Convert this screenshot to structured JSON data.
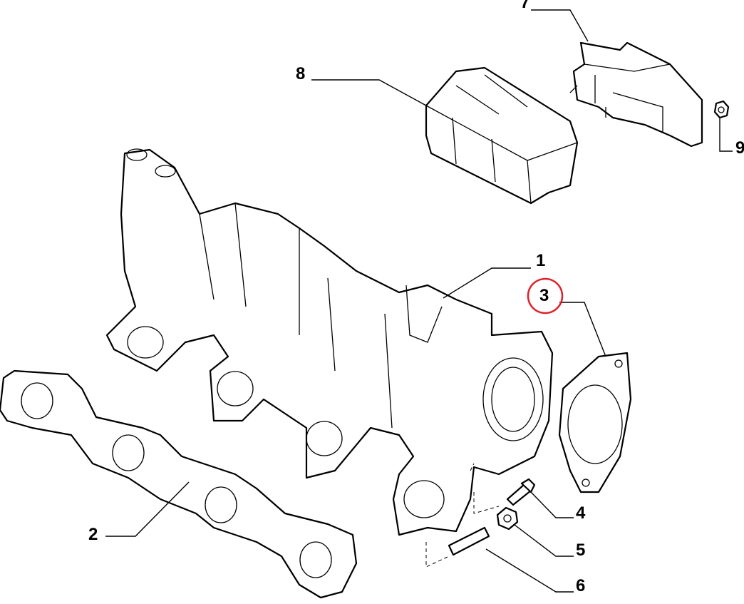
{
  "diagram": {
    "callouts": [
      {
        "id": "1",
        "label": "1"
      },
      {
        "id": "2",
        "label": "2"
      },
      {
        "id": "3",
        "label": "3",
        "highlighted": true
      },
      {
        "id": "4",
        "label": "4"
      },
      {
        "id": "5",
        "label": "5"
      },
      {
        "id": "6",
        "label": "6"
      },
      {
        "id": "7",
        "label": "7"
      },
      {
        "id": "8",
        "label": "8"
      },
      {
        "id": "9",
        "label": "9"
      }
    ],
    "highlight_color": "#e0202a"
  }
}
